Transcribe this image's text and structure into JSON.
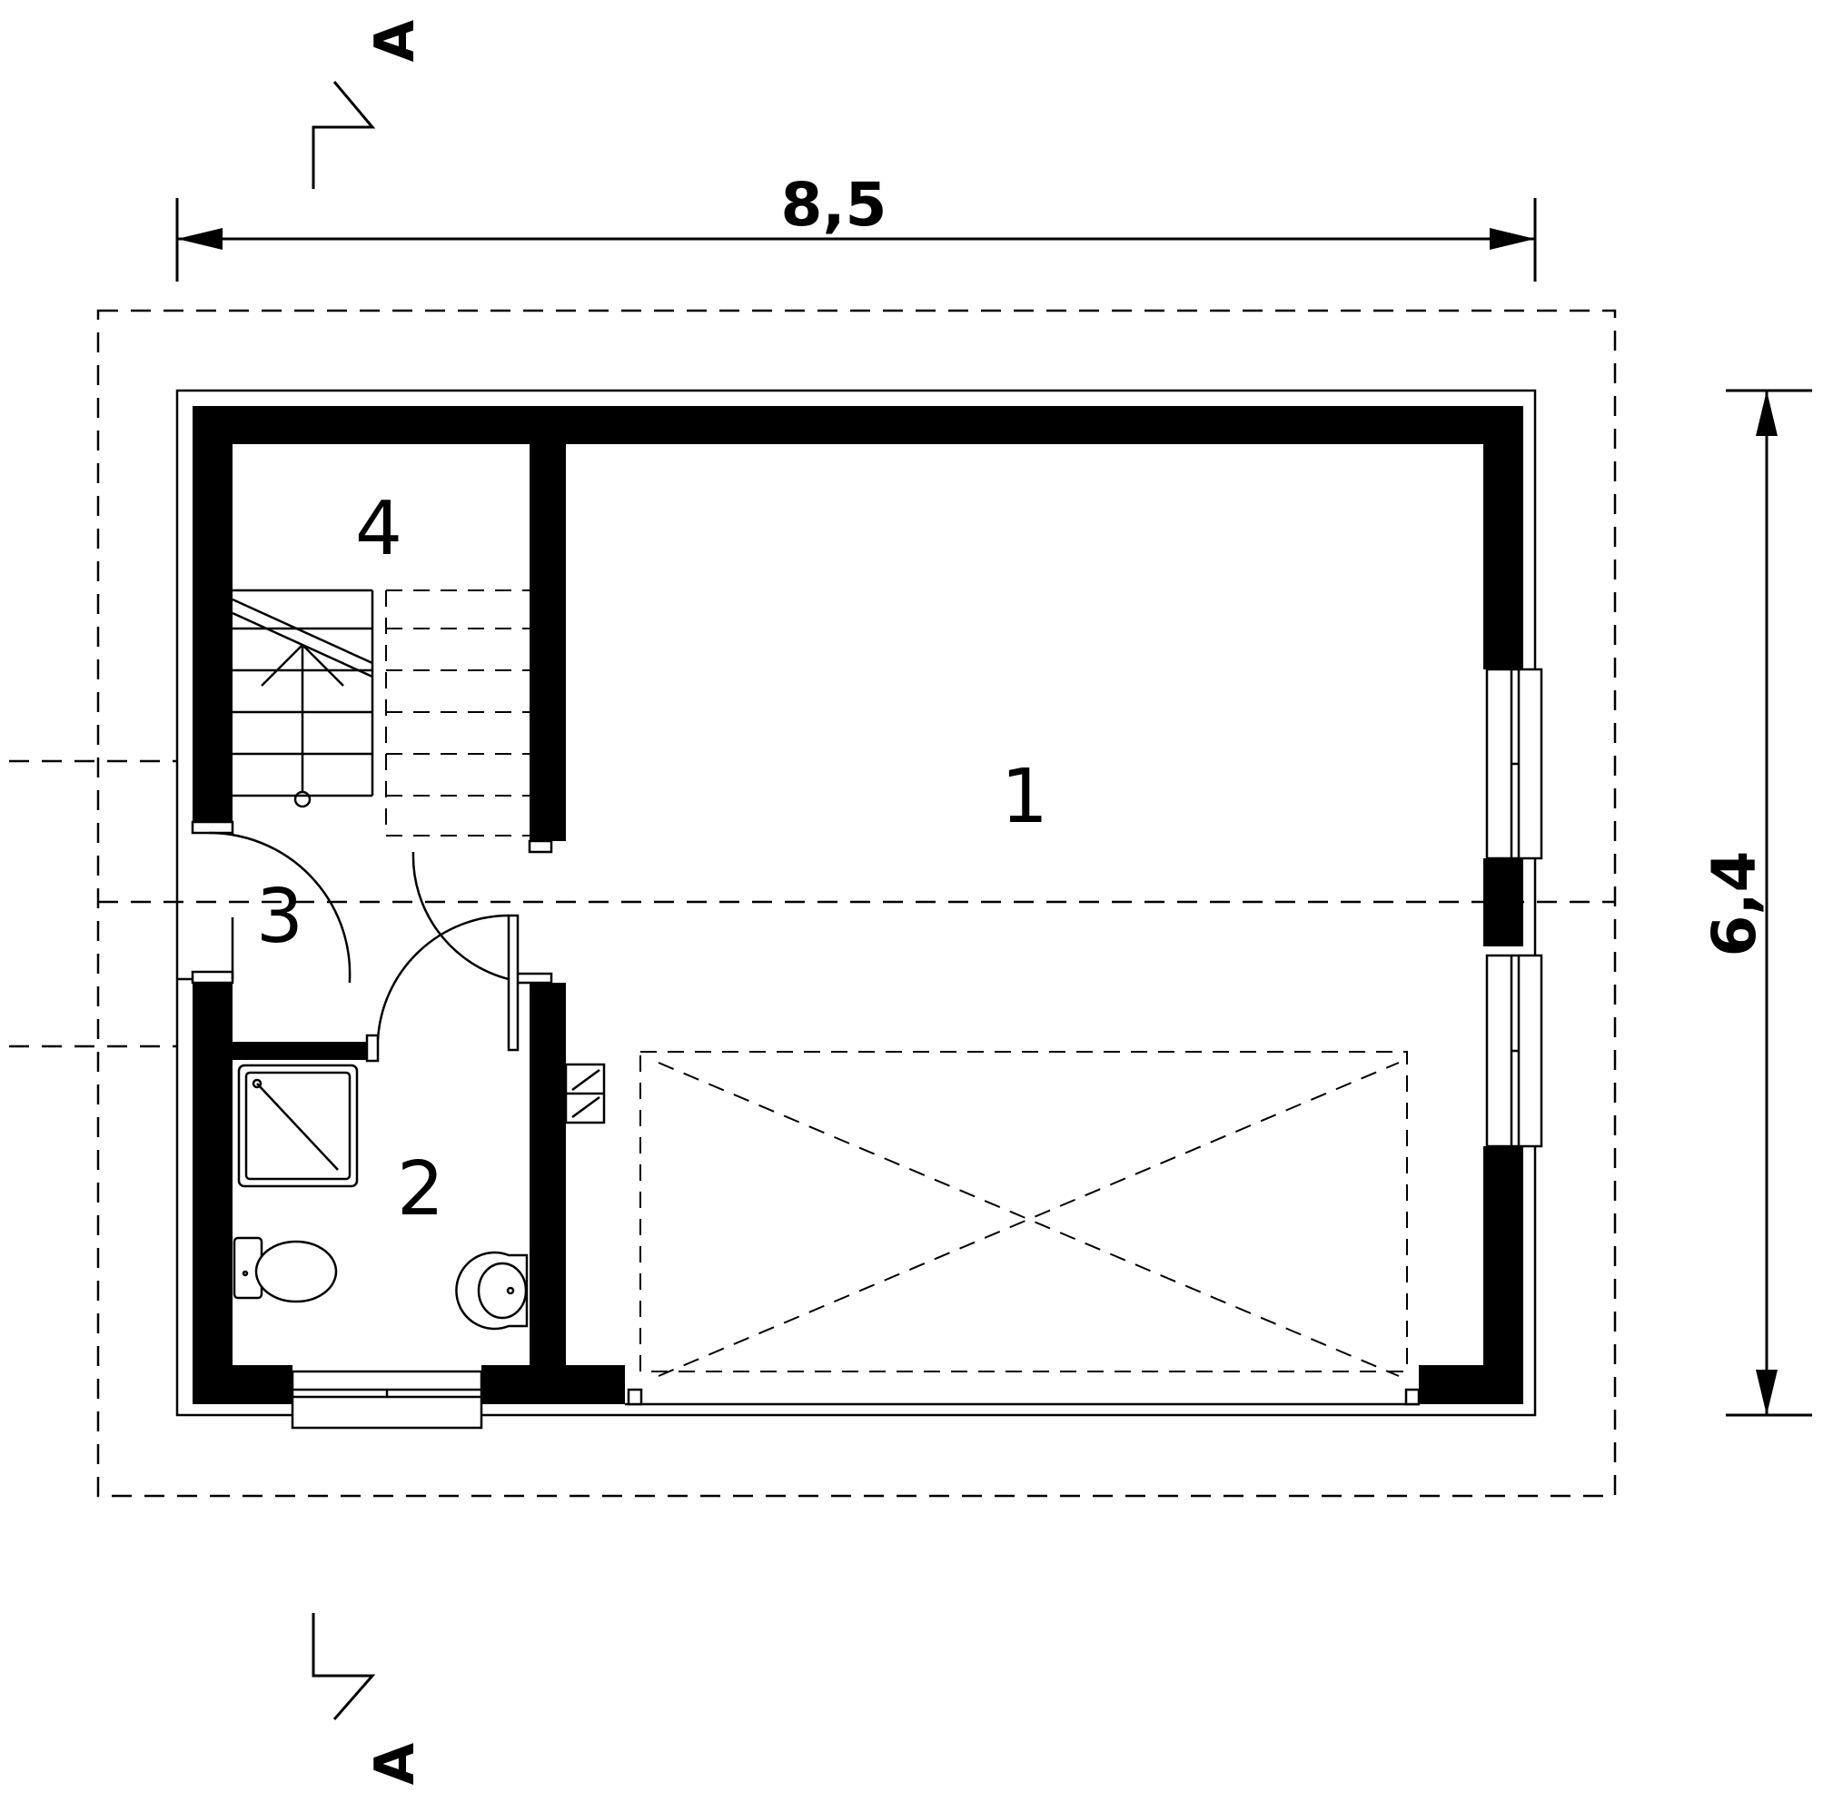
{
  "dimensions": {
    "width_label": "8,5",
    "depth_label": "6,4"
  },
  "rooms": [
    {
      "number": "1"
    },
    {
      "number": "2"
    },
    {
      "number": "3"
    },
    {
      "number": "4"
    }
  ],
  "section": {
    "top_label": "A",
    "bottom_label": "A"
  }
}
